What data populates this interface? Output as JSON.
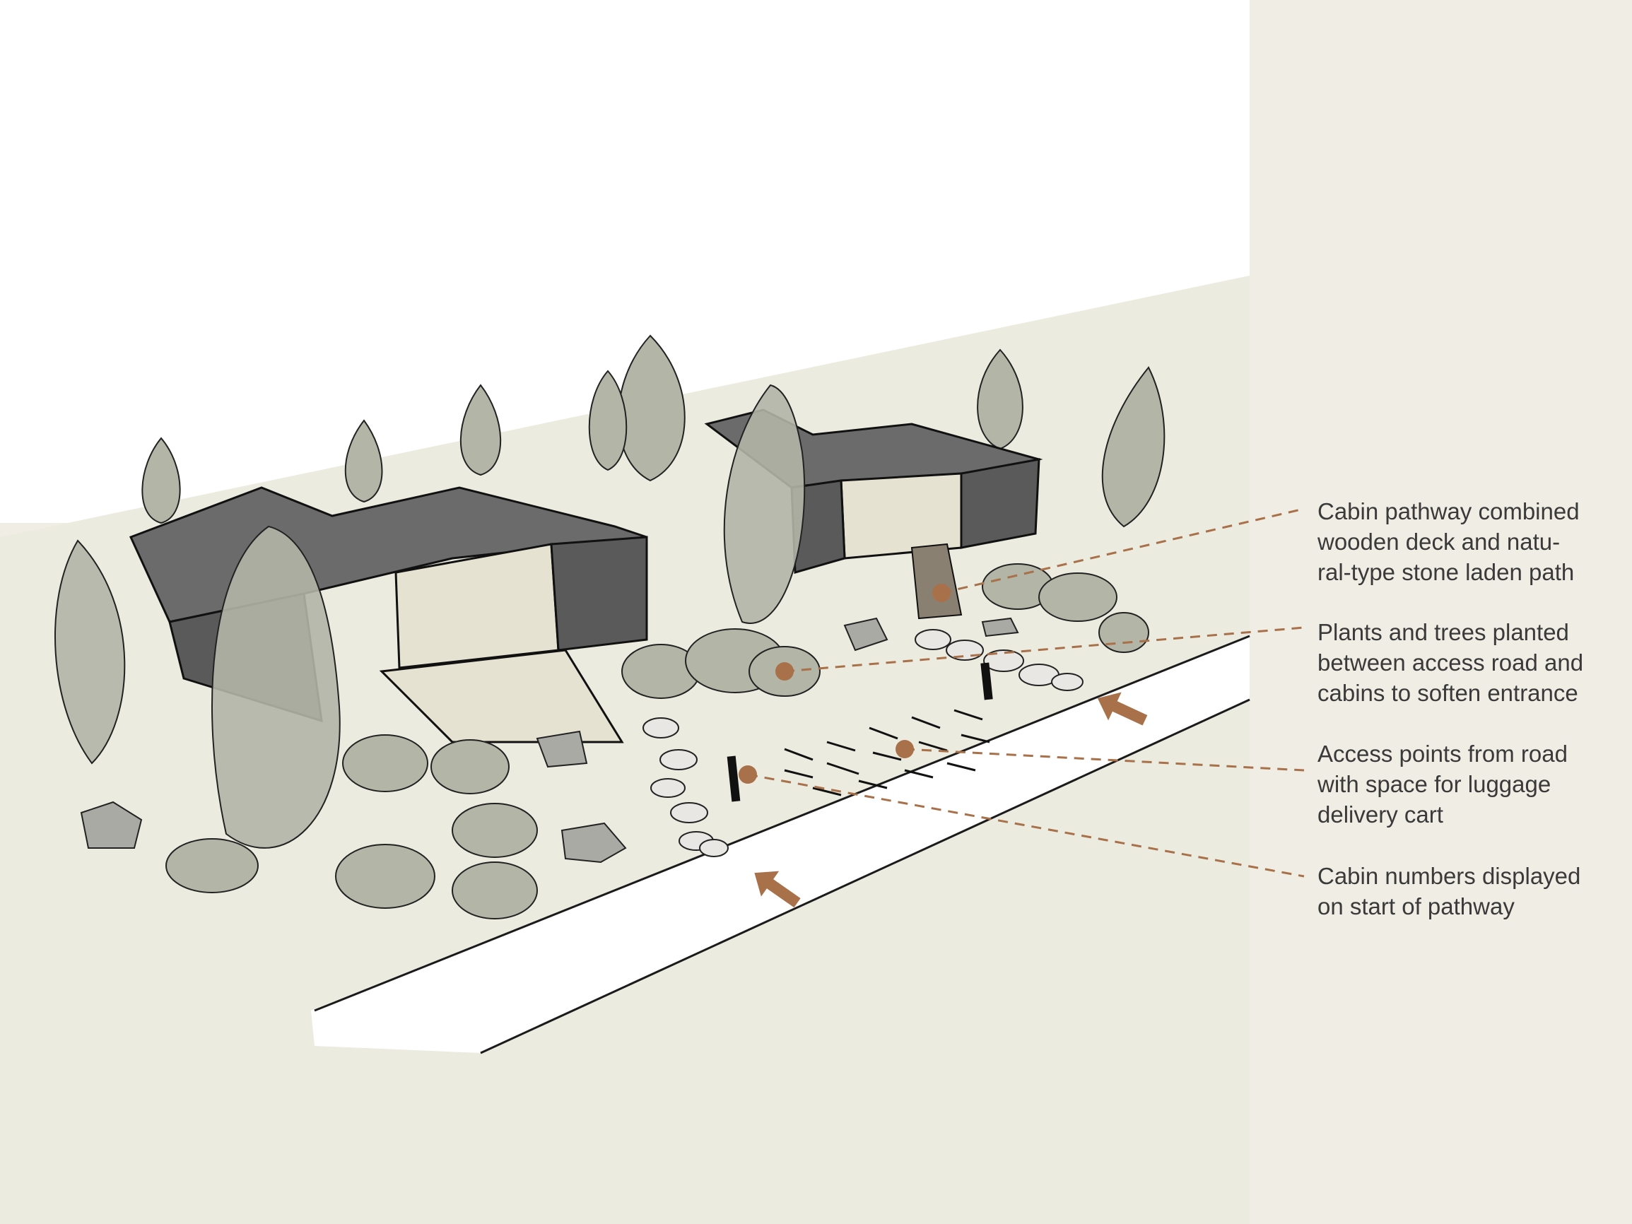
{
  "colors": {
    "background": "#efede4",
    "sky": "#ffffff",
    "ground": "#ecebe0",
    "roof": "#6b6b6b",
    "wall": "#5a5a5a",
    "foliage": "#b3b5a7",
    "foliage_dark": "#9c9e92",
    "rock": "#a9aaa4",
    "leader_line": "#a8714a",
    "arrow": "#a8714a",
    "marker": "#a8714a",
    "road": "#ffffff",
    "text": "#3a3a3a"
  },
  "icons": [
    "entry-arrow-icon",
    "callout-marker-icon",
    "cabin-number-post-icon"
  ],
  "callouts": [
    {
      "lines": [
        "Cabin pathway combined",
        "wooden deck and natu-",
        "ral-type stone laden path"
      ]
    },
    {
      "lines": [
        "Plants and trees planted",
        "between access road and",
        "cabins to soften entrance"
      ]
    },
    {
      "lines": [
        "Access points from road",
        "with space for luggage",
        "delivery cart"
      ]
    },
    {
      "lines": [
        "Cabin numbers displayed",
        "on start of pathway"
      ]
    }
  ]
}
